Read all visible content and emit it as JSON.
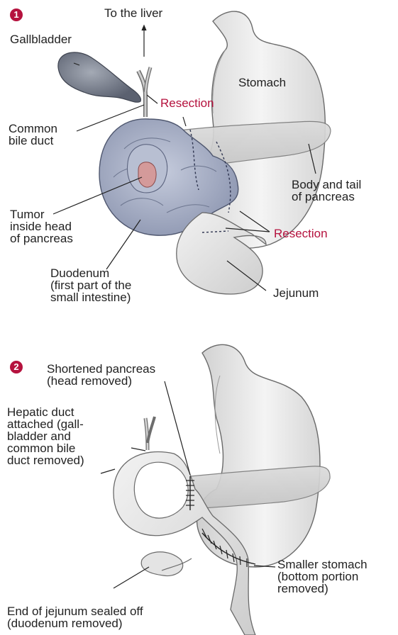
{
  "panel1": {
    "number": "1",
    "labels": {
      "to_liver": "To the liver",
      "gallbladder": "Gallbladder",
      "stomach": "Stomach",
      "resection_top": "Resection",
      "common_bile_duct": "Common\nbile duct",
      "body_tail_pancreas": "Body and tail\nof pancreas",
      "tumor": "Tumor\ninside head\nof pancreas",
      "resection_bottom": "Resection",
      "duodenum": "Duodenum\n(first part of the\nsmall intestine)",
      "jejunum": "Jejunum"
    }
  },
  "panel2": {
    "number": "2",
    "labels": {
      "shortened_pancreas": "Shortened pancreas\n(head removed)",
      "hepatic_duct": "Hepatic duct\nattached (gall-\nbladder and\ncommon bile\nduct removed)",
      "smaller_stomach": "Smaller stomach\n(bottom portion\nremoved)",
      "jejunum_end": "End of jejunum sealed off\n(duodenum removed)"
    }
  },
  "colors": {
    "accent_red": "#b5123e",
    "organ_grey": "#e6e6e6",
    "organ_outline": "#5a5a5a",
    "duodenum_blue": "#a9b2c9",
    "tumor_pink": "#d49a9a",
    "gallbladder_grey": "#7f8592"
  }
}
